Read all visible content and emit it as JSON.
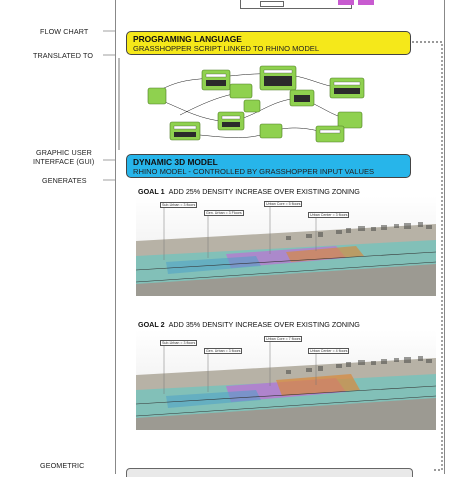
{
  "side_labels": {
    "flow_chart": "FLOW CHART",
    "translated_to": "TRANSLATED TO",
    "gui": [
      "GRAPHIC USER",
      "INTERFACE (GUI)"
    ],
    "generates": "GENERATES",
    "geometric": "GEOMETRIC"
  },
  "programming_box": {
    "title": "PROGRAMING LANGUAGE",
    "subtitle": "GRASSHOPPER SCRIPT LINKED TO RHINO MODEL",
    "color": "#f5e81a"
  },
  "model_box": {
    "title": "DYNAMIC 3D MODEL",
    "subtitle": "RHINO MODEL - CONTROLLED BY GRASSHOPPER INPUT VALUES",
    "color": "#27b5ea"
  },
  "goals": [
    {
      "label": "GOAL 1",
      "text": "ADD 25% DENSITY INCREASE OVER EXISTING ZONING",
      "callouts": [
        "Sub-Urban = 3 floors",
        "Gen. Urban = 3 Floors",
        "Urban Core = 5 floors",
        "Urban Center = 3 floors"
      ]
    },
    {
      "label": "GOAL 2",
      "text": "ADD 35% DENSITY INCREASE OVER EXISTING ZONING",
      "callouts": [
        "Sub-Urban = 3 floors",
        "Gen. Urban = 3 floors",
        "Urban Core = 7 floors",
        "Urban Center = 4 floors"
      ]
    }
  ],
  "colors": {
    "node_green": "#8fd14f",
    "teal_zone": "#5fc9c4",
    "magenta_zone": "#c26bd6",
    "orange_zone": "#d9893a"
  }
}
